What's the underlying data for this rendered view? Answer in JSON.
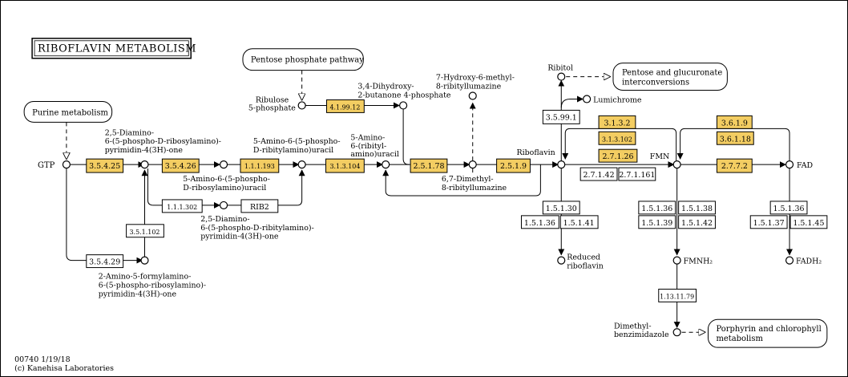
{
  "title": "RIBOFLAVIN METABOLISM",
  "footer": {
    "map_id": "00740 1/19/18",
    "copyright": "(c) Kanehisa Laboratories"
  },
  "maps": {
    "purine": "Purine metabolism",
    "pentose_phosphate": "Pentose phosphate pathway",
    "pentose_glucuronate_1": "Pentose and glucuronate",
    "pentose_glucuronate_2": "interconversions",
    "porphyrin_1": "Porphyrin and chlorophyll",
    "porphyrin_2": "metabolism"
  },
  "compounds": {
    "gtp": "GTP",
    "diamino_1": "2,5-Diamino-",
    "diamino_2": "6-(5-phospho-D-ribosylamino)-",
    "diamino_3": "pyrimidin-4(3H)-one",
    "ribulose_1": "Ribulose",
    "ribulose_2": "5-phosphate",
    "dhbp_1": "3,4-Dihydroxy-",
    "dhbp_2": "2-butanone 4-phosphate",
    "aminophospho_1": "5-Amino-6-(5-phospho-",
    "aminophospho_2": "D-ribitylamino)uracil",
    "aminorib_1": "5-Amino-",
    "aminorib_2": "6-(ribityl-",
    "aminorib_3": "amino)uracil",
    "hydroxy_1": "7-Hydroxy-6-methyl-",
    "hydroxy_2": "8-ribityllumazine",
    "riboflavin": "Riboflavin",
    "ribitol": "Ribitol",
    "lumichrome": "Lumichrome",
    "fmn": "FMN",
    "fad": "FAD",
    "aminoribosyl_1": "5-Amino-6-(5-phospho-",
    "aminoribosyl_2": "D-ribosylamino)uracil",
    "dimethyl_1": "6,7-Dimethyl-",
    "dimethyl_2": "8-ribityllumazine",
    "diaminoribityl_1": "2,5-Diamino-",
    "diaminoribityl_2": "6-(5-phospho-D-ribitylamino)-",
    "diaminoribityl_3": "pyrimidin-4(3H)-one",
    "formylamino_1": "2-Amino-5-formylamino-",
    "formylamino_2": "6-(5-phospho-ribosylamino)-",
    "formylamino_3": "pyrimidin-4(3H)-one",
    "reduced_1": "Reduced",
    "reduced_2": "riboflavin",
    "fmnh2": "FMNH₂",
    "fadh2": "FADH₂",
    "dmb_1": "Dimethyl-",
    "dmb_2": "benzimidazole"
  },
  "enzymes": {
    "e3_5_4_25": "3.5.4.25",
    "e3_5_4_26": "3.5.4.26",
    "e1_1_1_193": "1.1.1.193",
    "e3_1_3_104": "3.1.3.104",
    "e4_1_99_12": "4.1.99.12",
    "e2_5_1_78": "2.5.1.78",
    "e2_5_1_9": "2.5.1.9",
    "e3_1_3_2": "3.1.3.2",
    "e3_1_3_102": "3.1.3.102",
    "e2_7_1_26": "2.7.1.26",
    "e3_6_1_9": "3.6.1.9",
    "e3_6_1_18": "3.6.1.18",
    "e2_7_7_2": "2.7.7.2",
    "e3_5_99_1": "3.5.99.1",
    "e1_1_1_302": "1.1.1.302",
    "rib2": "RIB2",
    "e3_5_1_102": "3.5.1.102",
    "e3_5_4_29": "3.5.4.29",
    "e2_7_1_42": "2.7.1.42",
    "e2_7_1_161": "2.7.1.161",
    "e1_5_1_30": "1.5.1.30",
    "e1_5_1_36_a": "1.5.1.36",
    "e1_5_1_41": "1.5.1.41",
    "e1_5_1_36_b": "1.5.1.36",
    "e1_5_1_38": "1.5.1.38",
    "e1_5_1_39": "1.5.1.39",
    "e1_5_1_42": "1.5.1.42",
    "e1_5_1_36_c": "1.5.1.36",
    "e1_5_1_37": "1.5.1.37",
    "e1_5_1_45": "1.5.1.45",
    "e1_13_11_79": "1.13.11.79"
  },
  "colors": {
    "enzyme_highlight": "#f3cd62",
    "enzyme_plain": "#ffffff",
    "line": "#000000"
  }
}
